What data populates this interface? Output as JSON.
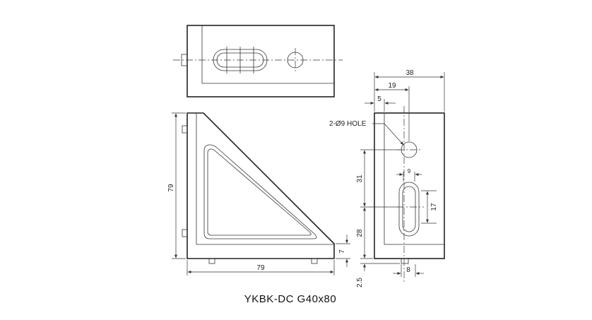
{
  "drawing": {
    "title": "YKBK-DC G40x80",
    "hole_callout": "2-Ø9 HOLE",
    "dimensions": {
      "front_width": "79",
      "front_height": "79",
      "foot_height": "7",
      "side_width": "38",
      "side_half": "19",
      "side_offset": "5",
      "hole_spacing": "31",
      "slot_length": "17",
      "slot_width": "9",
      "bottom_to_slot": "28",
      "base_gap": "2.5",
      "tab_width": "8"
    }
  }
}
